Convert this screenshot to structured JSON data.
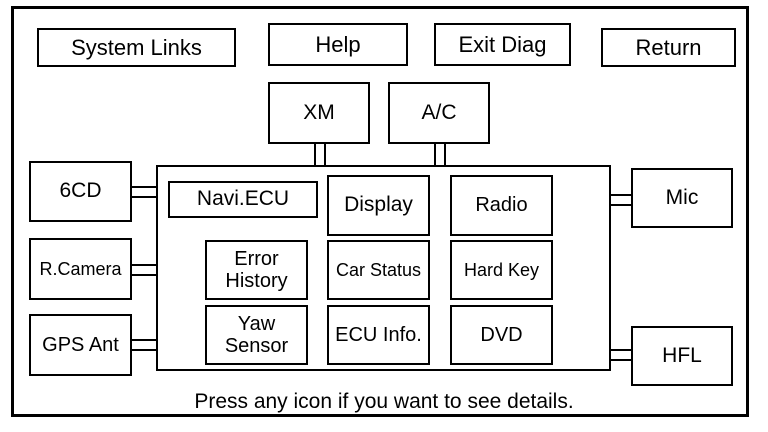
{
  "topbar": {
    "system_links": "System Links",
    "help": "Help",
    "exit_diag": "Exit Diag",
    "return": "Return"
  },
  "modules": {
    "xm": "XM",
    "ac": "A/C",
    "six_cd": "6CD",
    "r_camera": "R.Camera",
    "gps_ant": "GPS Ant",
    "mic": "Mic",
    "hfl": "HFL"
  },
  "ecu": {
    "title": "Navi.ECU",
    "display": "Display",
    "radio": "Radio",
    "error_history_line1": "Error",
    "error_history_line2": "History",
    "car_status": "Car Status",
    "hard_key": "Hard Key",
    "yaw_sensor_line1": "Yaw",
    "yaw_sensor_line2": "Sensor",
    "ecu_info": "ECU Info.",
    "dvd": "DVD"
  },
  "footer": {
    "hint": "Press any icon if you want to see details."
  }
}
